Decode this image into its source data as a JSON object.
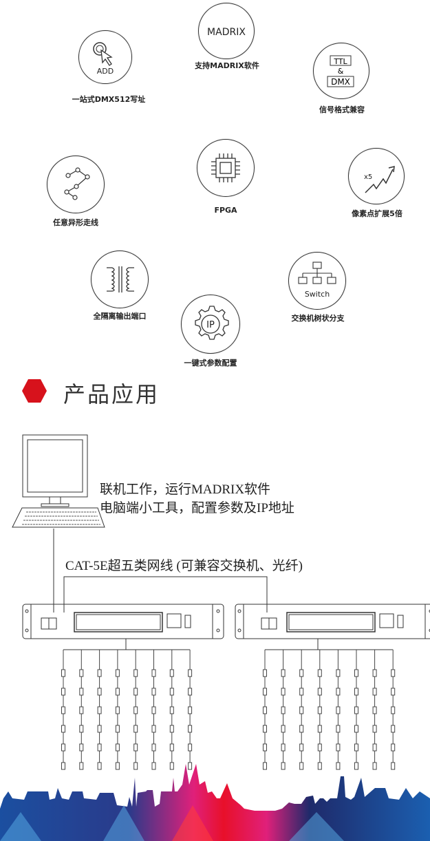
{
  "features": [
    {
      "icon_text": "ADD",
      "label": "一站式DMX512写址"
    },
    {
      "icon_text": "MADRIX",
      "label": "支持MADRIX软件"
    },
    {
      "icon_text_top": "TTL",
      "icon_text_mid": "&",
      "icon_text_bottom": "DMX",
      "label": "信号格式兼容"
    },
    {
      "label": "任意异形走线"
    },
    {
      "label": "FPGA"
    },
    {
      "icon_text": "x5",
      "label": "像素点扩展5倍"
    },
    {
      "label": "全隔离输出端口"
    },
    {
      "icon_text": "Switch",
      "label": "交换机树状分支"
    },
    {
      "icon_text": "IP",
      "label": "一键式参数配置"
    }
  ],
  "section": {
    "title": "产品应用",
    "accent": "#d7121c"
  },
  "diagram": {
    "line1": "联机工作，运行MADRIX软件",
    "line2": "电脑端小工具，配置参数及IP地址",
    "cable": "CAT-5E超五类网线 (可兼容交换机、光纤)",
    "controllers": 2,
    "strings_per_controller": 8
  }
}
